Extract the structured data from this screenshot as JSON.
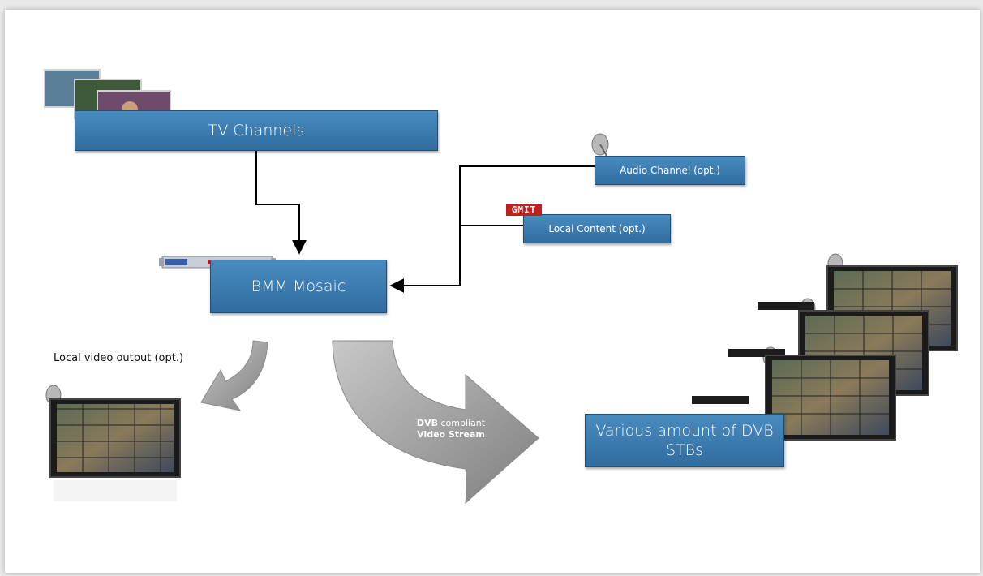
{
  "nodes": {
    "tv_channels": "TV Channels",
    "bmm_mosaic": "BMM Mosaic",
    "audio_channel": "Audio Channel (opt.)",
    "local_content": "Local Content (opt.)",
    "stbs": "Various amount of DVB STBs"
  },
  "labels": {
    "local_video_output": "Local video output (opt.)",
    "stream_line1_bold": "DVB",
    "stream_line1_rest": " compliant",
    "stream_line2": "Video Stream"
  },
  "logos": {
    "local_content_logo": "GMIT"
  },
  "colors": {
    "box_fill": "#3a7bb0",
    "arrow_gray": "#9a9a9a",
    "logo_red": "#c0201d"
  }
}
